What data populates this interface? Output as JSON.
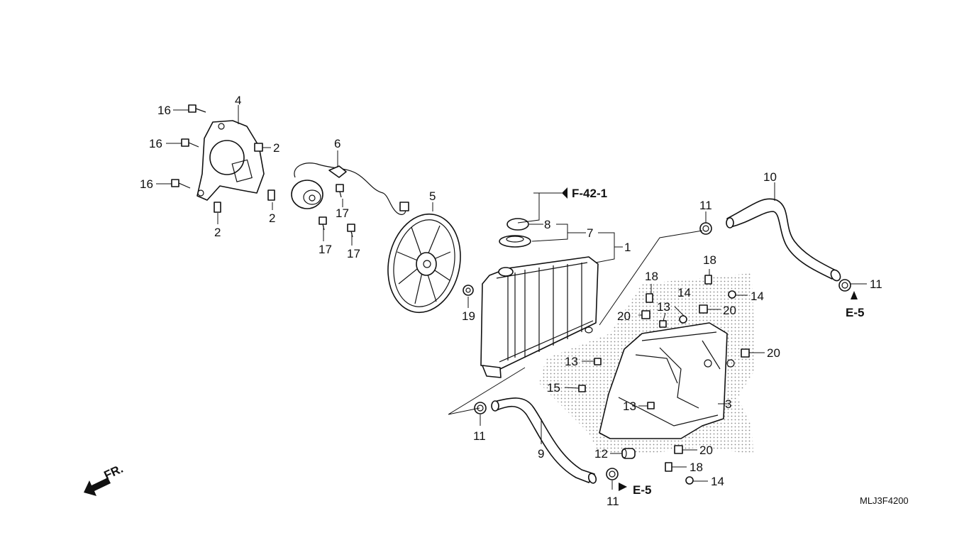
{
  "diagram": {
    "callouts": {
      "c1": "1",
      "c2a": "2",
      "c2b": "2",
      "c2c": "2",
      "c3": "3",
      "c4": "4",
      "c5": "5",
      "c6": "6",
      "c7": "7",
      "c8": "8",
      "c9": "9",
      "c10": "10",
      "c11a": "11",
      "c11b": "11",
      "c11c": "11",
      "c11d": "11",
      "c12": "12",
      "c13a": "13",
      "c13b": "13",
      "c13c": "13",
      "c14a": "14",
      "c14b": "14",
      "c14c": "14",
      "c15": "15",
      "c16a": "16",
      "c16b": "16",
      "c16c": "16",
      "c17a": "17",
      "c17b": "17",
      "c17c": "17",
      "c18a": "18",
      "c18b": "18",
      "c18c": "18",
      "c19": "19",
      "c20a": "20",
      "c20b": "20",
      "c20c": "20",
      "c20d": "20"
    },
    "references": {
      "f42": "F-42-1",
      "e5_top": "E-5",
      "e5_bottom": "E-5"
    },
    "front_label": "FR.",
    "diagram_code": "MLJ3F4200"
  }
}
